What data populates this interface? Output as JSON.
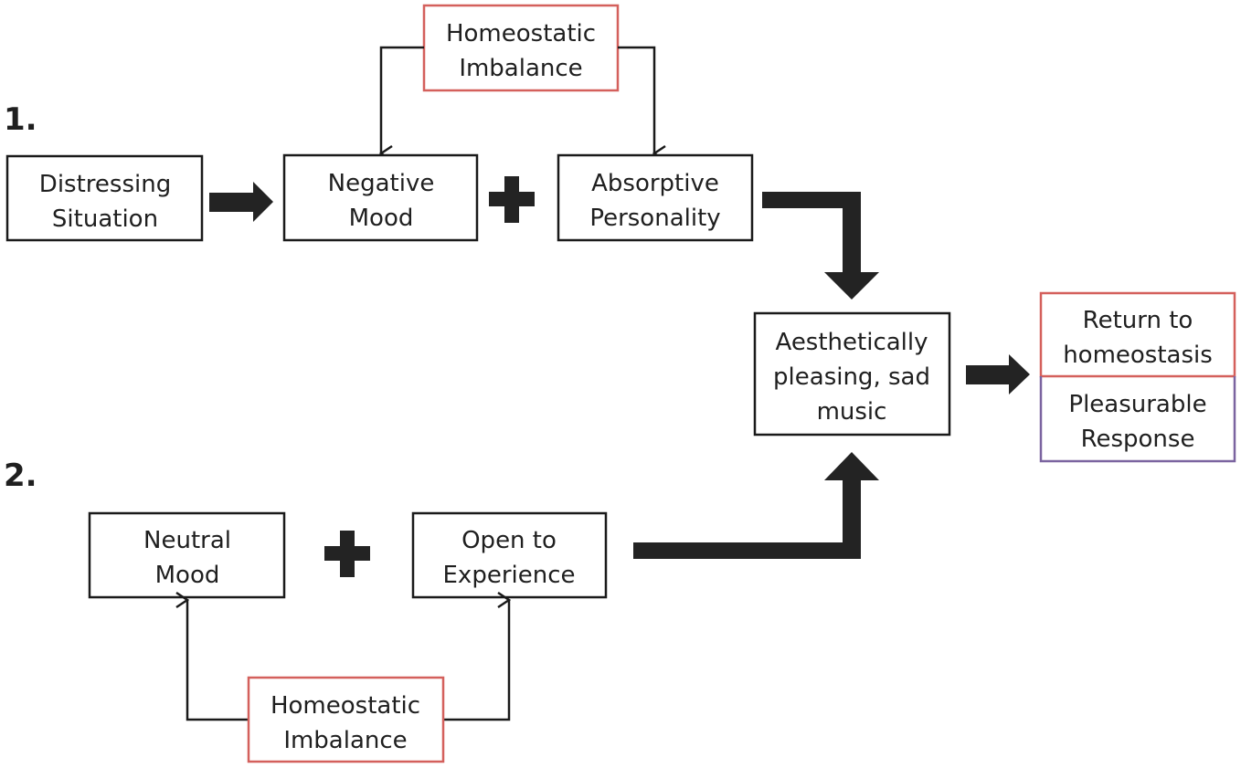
{
  "colors": {
    "box_border": "#1a1a1a",
    "imbalance_border": "#d4605c",
    "pleasurable_border": "#7b64a0",
    "arrow_fill": "#232323",
    "text": "#1f1f1f"
  },
  "labels": {
    "pathway_1": "1.",
    "pathway_2": "2."
  },
  "pathway1": {
    "imbalance": [
      "Homeostatic",
      "Imbalance"
    ],
    "distressing": [
      "Distressing",
      "Situation"
    ],
    "negative_mood": [
      "Negative",
      "Mood"
    ],
    "absorptive": [
      "Absorptive",
      "Personality"
    ]
  },
  "center": {
    "music": [
      "Aesthetically",
      "pleasing, sad",
      "music"
    ]
  },
  "outcome": {
    "return": [
      "Return to",
      "homeostasis"
    ],
    "pleasurable": [
      "Pleasurable",
      "Response"
    ]
  },
  "pathway2": {
    "neutral_mood": [
      "Neutral",
      "Mood"
    ],
    "open": [
      "Open to",
      "Experience"
    ],
    "imbalance": [
      "Homeostatic",
      "Imbalance"
    ]
  }
}
